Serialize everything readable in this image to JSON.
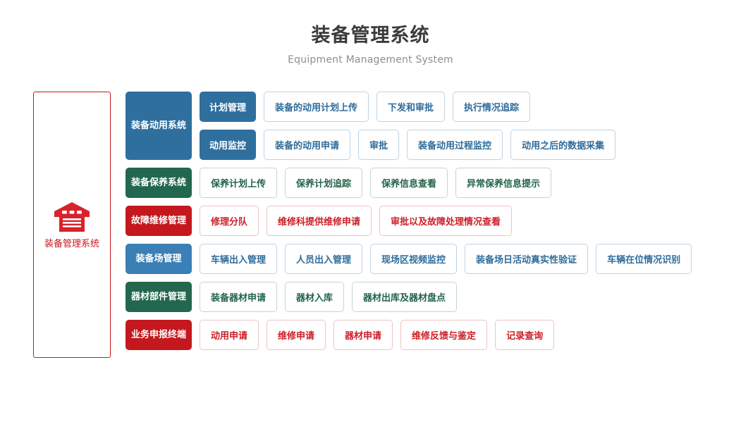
{
  "header": {
    "title_cn": "装备管理系统",
    "title_en": "Equipment Management System"
  },
  "left_panel": {
    "icon": "warehouse-icon",
    "label": "装备管理系统",
    "border_color": "#c9161d",
    "text_color": "#c9161d"
  },
  "palette": {
    "blue": "#2e6f9e",
    "blue_light": "#3a7fb5",
    "green": "#23674e",
    "red": "#c4181e",
    "leaf_blue_text": "#2f6c9a",
    "leaf_green_text": "#226449",
    "leaf_red_text": "#cc1f28",
    "title_color": "#3b3b3b",
    "subtitle_color": "#8e8e8e"
  },
  "rows": [
    {
      "category": "装备动用系统",
      "theme": "blue",
      "subrows": [
        {
          "sub": "计划管理",
          "leaves": [
            "装备的动用计划上传",
            "下发和审批",
            "执行情况追踪"
          ]
        },
        {
          "sub": "动用监控",
          "leaves": [
            "装备的动用申请",
            "审批",
            "装备动用过程监控",
            "动用之后的数据采集"
          ]
        }
      ]
    },
    {
      "category": "装备保养系统",
      "theme": "green",
      "subrows": [
        {
          "sub": null,
          "leaves": [
            "保养计划上传",
            "保养计划追踪",
            "保养信息查看",
            "异常保养信息提示"
          ]
        }
      ]
    },
    {
      "category": "故障维修管理",
      "theme": "red",
      "subrows": [
        {
          "sub": null,
          "leaves": [
            "修理分队",
            "维修科提供维修申请",
            "审批以及故障处理情况查看"
          ]
        }
      ]
    },
    {
      "category": "装备场管理",
      "theme": "bluelight",
      "subrows": [
        {
          "sub": null,
          "leaves": [
            "车辆出入管理",
            "人员出入管理",
            "现场区视频监控",
            "装备场日活动真实性验证",
            "车辆在位情况识别"
          ]
        }
      ]
    },
    {
      "category": "器材部件管理",
      "theme": "green",
      "subrows": [
        {
          "sub": null,
          "leaves": [
            "装备器材申请",
            "器材入库",
            "器材出库及器材盘点"
          ]
        }
      ]
    },
    {
      "category": "业务申报终端",
      "theme": "red",
      "subrows": [
        {
          "sub": null,
          "leaves": [
            "动用申请",
            "维修申请",
            "器材申请",
            "维修反馈与鉴定",
            "记录查询"
          ]
        }
      ]
    }
  ]
}
